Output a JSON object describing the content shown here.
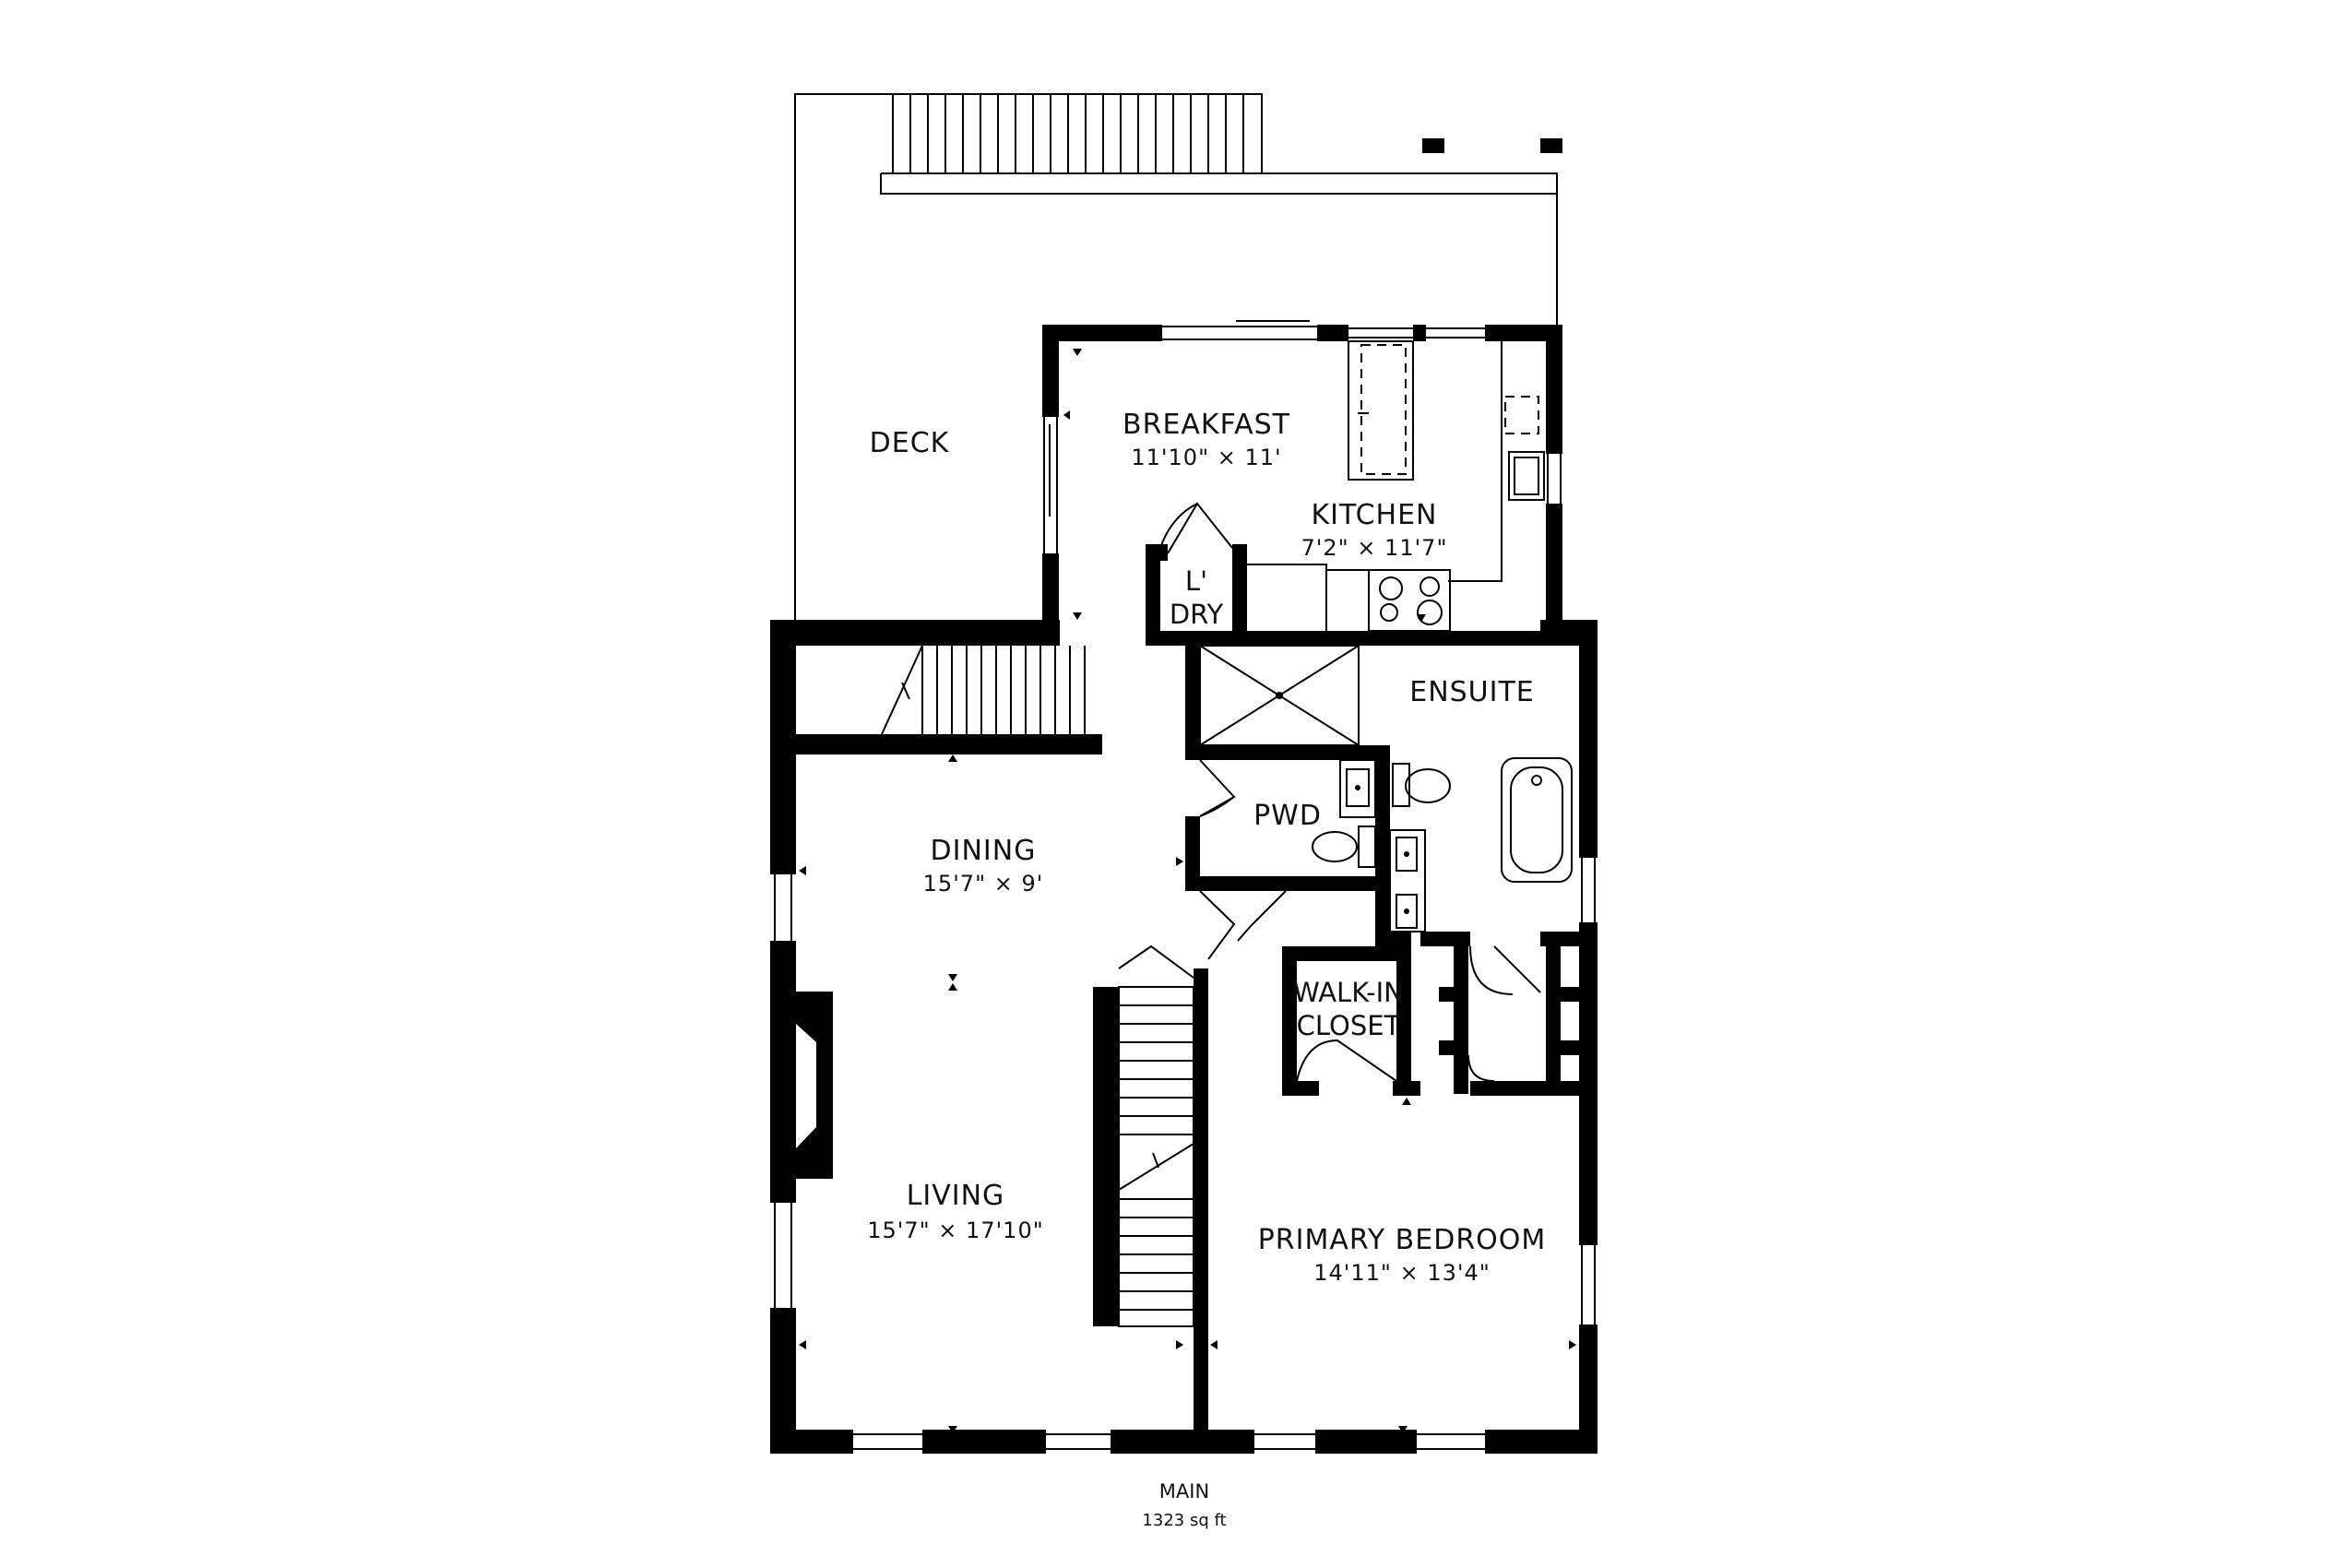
{
  "floor": {
    "name": "MAIN",
    "area": "1323 sq ft"
  },
  "rooms": {
    "deck": {
      "label": "DECK"
    },
    "breakfast": {
      "label": "BREAKFAST",
      "dims": "11'10\" × 11'"
    },
    "kitchen": {
      "label": "KITCHEN",
      "dims": "7'2\" × 11'7\""
    },
    "laundry": {
      "label_line1": "L'",
      "label_line2": "DRY"
    },
    "ensuite": {
      "label": "ENSUITE"
    },
    "powder": {
      "label": "PWD"
    },
    "dining": {
      "label": "DINING",
      "dims": "15'7\" × 9'"
    },
    "walkin_closet": {
      "label_line1": "WALK-IN",
      "label_line2": "CLOSET"
    },
    "living": {
      "label": "LIVING",
      "dims": "15'7\" × 17'10\""
    },
    "primary_bedroom": {
      "label": "PRIMARY BEDROOM",
      "dims": "14'11\" × 13'4\""
    }
  },
  "colors": {
    "walls": "#000000",
    "background": "#ffffff"
  }
}
